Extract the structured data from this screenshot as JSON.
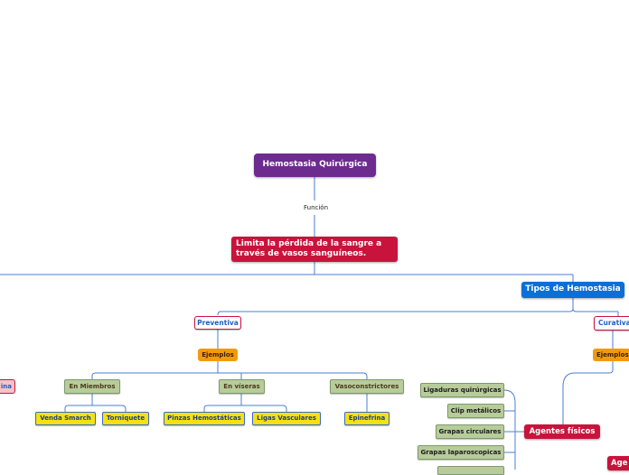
{
  "nodes": {
    "root": "Hemostasia Quirúrgica",
    "function_label": "Función",
    "main": "Limita la pérdida de la sangre a través de vasos sanguíneos.",
    "types": "Tipos de Hemostasia",
    "preventiva": "Preventiva",
    "curativa": "Curativa",
    "ejemplos_preventiva": "Ejemplos",
    "ejemplos_curativa": "Ejemplos",
    "left_partial": "ina",
    "en_miembros": "En Miembros",
    "en_visceras": "En víseras",
    "vasoconstrictores": "Vasoconstrictores",
    "venda_smarch": "Venda Smarch",
    "torniquete": "Torniquete",
    "pinzas": "Pinzas Hemostáticas",
    "ligas": "Ligas Vasculares",
    "epinefrina": "Epinefrina",
    "ligaduras": "Ligaduras quirúrgicas",
    "clip": "Clip metálicos",
    "grapas_circ": "Grapas circulares",
    "grapas_lap": "Grapas laparoscopicas",
    "agentes_fisicos": "Agentes físicos",
    "age_partial": "Age"
  },
  "colors": {
    "root": "#6d2b8f",
    "main": "#c8143c",
    "blue": "#0a6fd9",
    "orange": "#f39a0b",
    "sage": "#b7cc9a",
    "yellow": "#f5e10d",
    "line": "#4a7fd6"
  }
}
